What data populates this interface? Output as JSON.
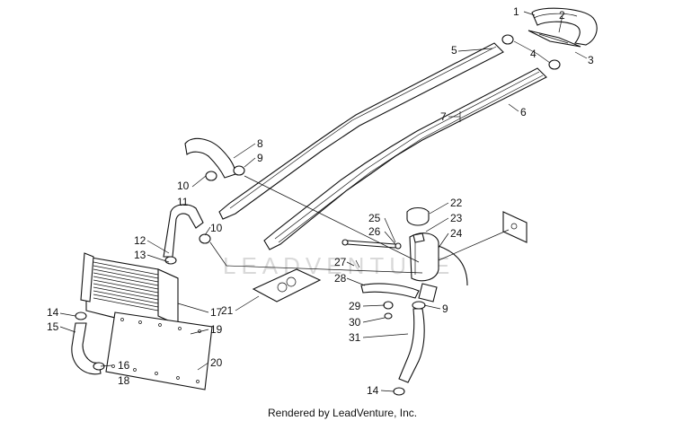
{
  "diagram": {
    "callouts": [
      "1",
      "2",
      "3",
      "4",
      "5",
      "6",
      "7",
      "8",
      "9",
      "10",
      "10",
      "11",
      "12",
      "13",
      "14",
      "15",
      "16",
      "17",
      "18",
      "19",
      "20",
      "21",
      "22",
      "23",
      "24",
      "25",
      "26",
      "27",
      "28",
      "29",
      "30",
      "31",
      "9",
      "14"
    ],
    "footer": "Rendered by LeadVenture, Inc.",
    "watermark": "LEADVENTURE"
  }
}
